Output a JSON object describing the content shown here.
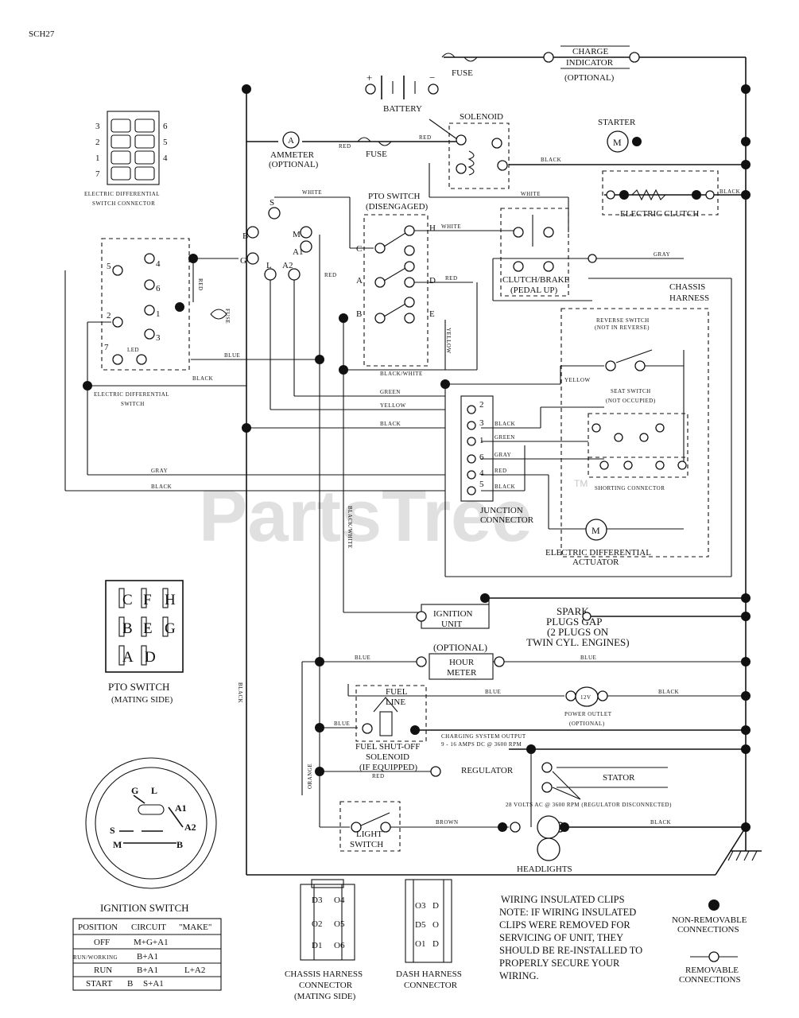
{
  "doc_code": "SCH27",
  "watermark": "PartsTree",
  "watermark_tm": "TM",
  "labels": {
    "fuse_top": "FUSE",
    "charge_indicator_1": "CHARGE",
    "charge_indicator_2": "INDICATOR",
    "charge_indicator_3": "(OPTIONAL)",
    "battery": "BATTERY",
    "battery_plus": "+",
    "battery_minus": "−",
    "ammeter": "A",
    "ammeter_1": "AMMETER",
    "ammeter_2": "(OPTIONAL)",
    "fuse_mid": "FUSE",
    "solenoid": "SOLENOID",
    "starter": "STARTER",
    "motor_m": "M",
    "edsc_1": "ELECTRIC DIFFERENTIAL",
    "edsc_2": "SWITCH CONNECTOR",
    "pto_switch_1": "PTO SWITCH",
    "pto_switch_2": "(DISENGAGED)",
    "electric_clutch": "ELECTRIC CLUTCH",
    "clutch_brake_1": "CLUTCH/BRAKE",
    "clutch_brake_2": "(PEDAL UP)",
    "chassis_harness_1": "CHASSIS",
    "chassis_harness_2": "HARNESS",
    "reverse_switch_1": "REVERSE SWITCH",
    "reverse_switch_2": "(NOT IN REVERSE)",
    "seat_switch_1": "SEAT SWITCH",
    "seat_switch_2": "(NOT OCCUPIED)",
    "shorting_connector": "SHORTING  CONNECTOR",
    "junction_1": "JUNCTION",
    "junction_2": "CONNECTOR",
    "eda_1": "ELECTRIC DIFFERENTIAL",
    "eda_2": "ACTUATOR",
    "eds_1": "ELECTRIC DIFFERENTIAL",
    "eds_2": "SWITCH",
    "led": "LED",
    "fuse_small": "FUSE",
    "ignition_unit_1": "IGNITION",
    "ignition_unit_2": "UNIT",
    "spark_1": "SPARK",
    "spark_2": "PLUGS GAP",
    "spark_3": "(2 PLUGS ON",
    "spark_4": "TWIN CYL. ENGINES)",
    "optional": "(OPTIONAL)",
    "hour_meter_1": "HOUR",
    "hour_meter_2": "METER",
    "fuel_line_1": "FUEL",
    "fuel_line_2": "LINE",
    "power_outlet_v": "12V",
    "power_outlet_1": "POWER OUTLET",
    "power_outlet_2": "(OPTIONAL)",
    "fuel_solenoid_1": "FUEL SHUT-OFF",
    "fuel_solenoid_2": "SOLENOID",
    "fuel_solenoid_3": "(IF EQUIPPED)",
    "charging_1": "CHARGING SYSTEM OUTPUT",
    "charging_2": "9 - 16 AMPS DC @ 3600 RPM",
    "regulator": "REGULATOR",
    "stator": "STATOR",
    "volts_ac": "28 VOLTS AC @ 3600 RPM (REGULATOR DISCONNECTED)",
    "light_switch_1": "LIGHT",
    "light_switch_2": "SWITCH",
    "headlights": "HEADLIGHTS",
    "pto_mating_1": "PTO SWITCH",
    "pto_mating_2": "(MATING SIDE)",
    "ignition_switch": "IGNITION SWITCH",
    "chassis_conn_1": "CHASSIS HARNESS",
    "chassis_conn_2": "CONNECTOR",
    "chassis_conn_3": "(MATING SIDE)",
    "dash_conn_1": "DASH HARNESS",
    "dash_conn_2": "CONNECTOR",
    "legend_nonremovable_1": "NON-REMOVABLE",
    "legend_nonremovable_2": "CONNECTIONS",
    "legend_removable_1": "REMOVABLE",
    "legend_removable_2": "CONNECTIONS"
  },
  "wire_colors": {
    "red": "RED",
    "black": "BLACK",
    "white": "WHITE",
    "gray": "GRAY",
    "blue": "BLUE",
    "green": "GREEN",
    "yellow": "YELLOW",
    "orange": "ORANGE",
    "brown": "BROWN",
    "black_white": "BLACK/WHITE"
  },
  "pto_terminals": [
    "C",
    "F",
    "H",
    "B",
    "E",
    "G",
    "A",
    "D"
  ],
  "ignition_terminals": [
    "G",
    "L",
    "A1",
    "A2",
    "S",
    "M",
    "B"
  ],
  "ignition_table": {
    "headers": [
      "POSITION",
      "CIRCUIT",
      "\"MAKE\""
    ],
    "rows": [
      [
        "OFF",
        "M+G+A1",
        ""
      ],
      [
        "RUN/WORKING",
        "B+A1",
        ""
      ],
      [
        "RUN",
        "B+A1",
        "L+A2"
      ],
      [
        "START",
        "B",
        "S+A1"
      ]
    ]
  },
  "note": [
    "WIRING INSULATED CLIPS",
    "NOTE:  IF WIRING INSULATED",
    "CLIPS WERE REMOVED FOR",
    "SERVICING OF UNIT, THEY",
    "SHOULD BE RE-INSTALLED TO",
    "PROPERLY SECURE YOUR",
    "WIRING."
  ]
}
